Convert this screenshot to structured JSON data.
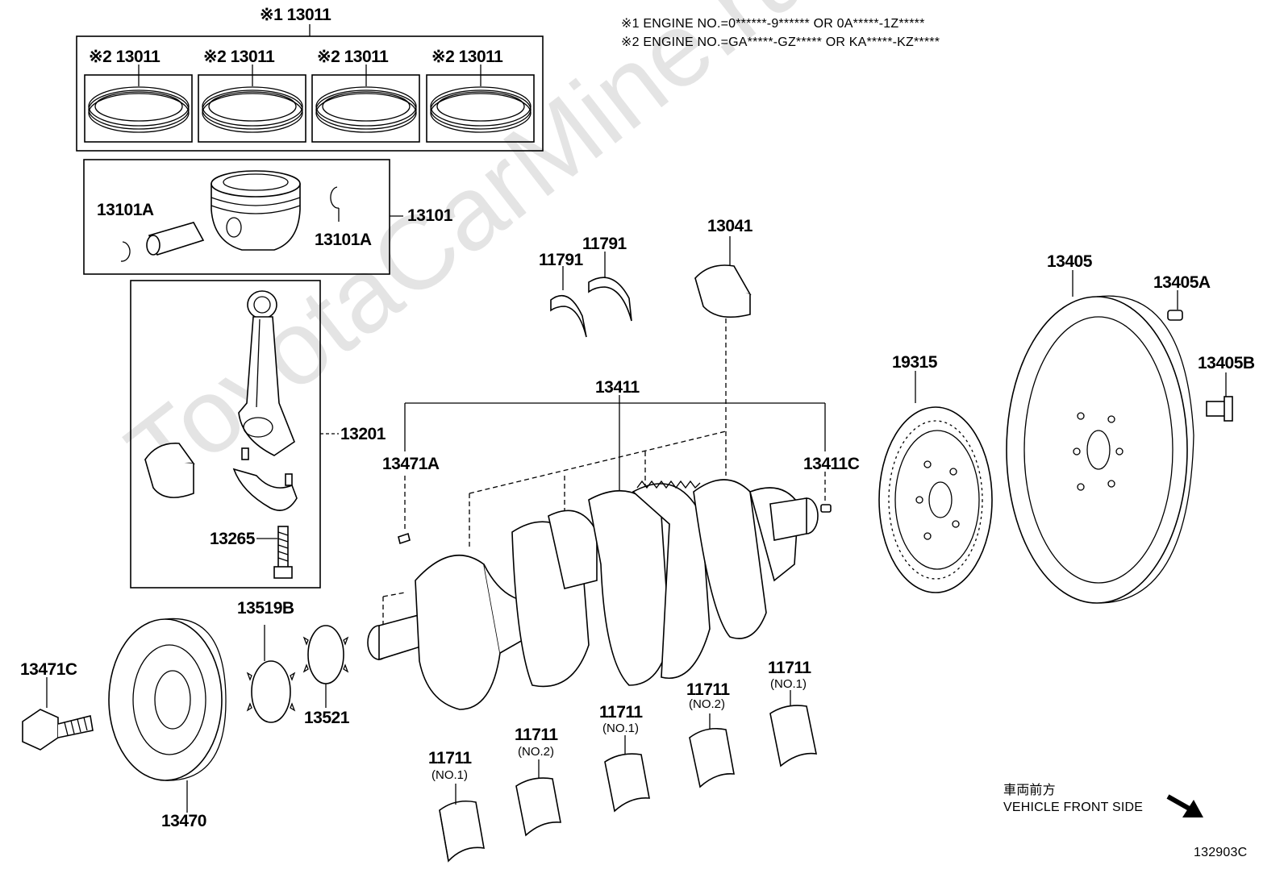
{
  "notes": {
    "note1": "※1 ENGINE NO.=0******-9****** OR 0A*****-1Z*****",
    "note2": "※2 ENGINE NO.=GA*****-GZ***** OR KA*****-KZ*****"
  },
  "watermark": "ToyotaCarMine.ru",
  "ring_set": {
    "main_label": "※1 13011",
    "sub_labels": [
      "※2 13011",
      "※2 13011",
      "※2 13011",
      "※2 13011"
    ]
  },
  "labels": {
    "piston_assy": "13101",
    "snap_ring_left": "13101A",
    "snap_ring_right": "13101A",
    "conrod": "13201",
    "conrod_bolt": "13265",
    "thrust_washer_1": "11791",
    "thrust_washer_2": "11791",
    "conrod_bearing": "13041",
    "crankshaft": "13411",
    "key_front": "13471A",
    "pin_rear": "13411C",
    "flywheel": "13405",
    "flywheel_pin": "13405A",
    "flywheel_bolt": "13405B",
    "timing_rotor": "19315",
    "pulley_bolt": "13471C",
    "crank_pulley": "13470",
    "sprocket_a": "13519B",
    "sprocket_b": "13521"
  },
  "bearings": [
    {
      "part": "11711",
      "note": "(NO.1)"
    },
    {
      "part": "11711",
      "note": "(NO.2)"
    },
    {
      "part": "11711",
      "note": "(NO.1)"
    },
    {
      "part": "11711",
      "note": "(NO.2)"
    },
    {
      "part": "11711",
      "note": "(NO.1)"
    }
  ],
  "front_side": {
    "jp": "車両前方",
    "en": "VEHICLE FRONT SIDE"
  },
  "diagram_id": "132903C"
}
